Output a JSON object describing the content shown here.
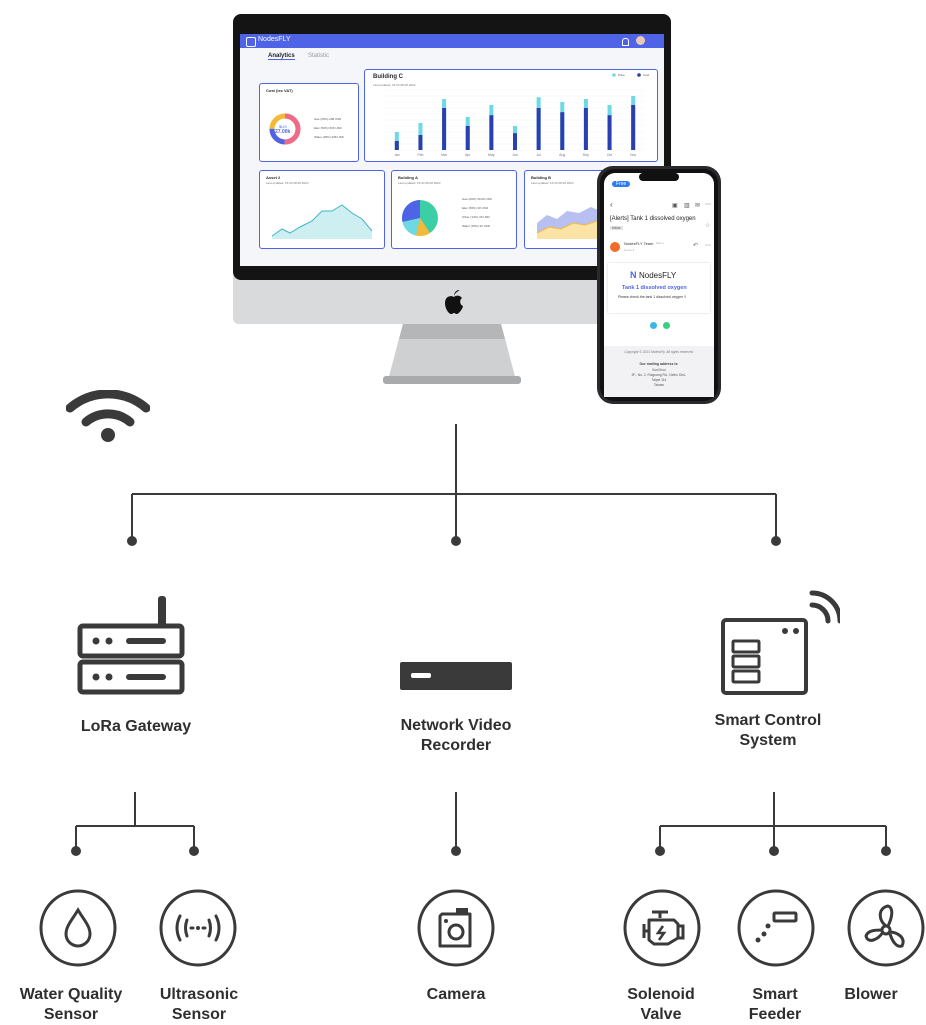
{
  "dashboard": {
    "app_name": "NodesFLY",
    "tabs": [
      "Analytics",
      "Statistic"
    ],
    "cost_card": {
      "title": "Cost (lex VAT)",
      "center_top": "$US",
      "center_value": "27.00k",
      "legend": [
        "Gas (25%) 268 USD",
        "Elec (50%) 536 USD",
        "Water (25%) 268 USD"
      ]
    },
    "main_chart": {
      "title": "Building C",
      "subtitle": "Last updated: 15:33 08 08 2020",
      "legend": [
        "Price",
        "Cost"
      ]
    },
    "card_asset": {
      "title": "Asset 2",
      "subtitle": "Last updated: 15:33 08 08 2020"
    },
    "card_building_a": {
      "title": "Building A",
      "subtitle": "Last updated: 15:33 08 08 2020",
      "legend": [
        "Gas (20%) 30.00 USD",
        "Elec (50%) 30 USD",
        "Other (14%) 30 USD",
        "Water (15%) 30 USD"
      ]
    },
    "card_building_b": {
      "title": "Building B",
      "subtitle": "Last updated: 15:33 08 08 2020"
    }
  },
  "chart_data": {
    "type": "bar",
    "categories": [
      "Jan",
      "Feb",
      "Mar",
      "Apr",
      "May",
      "Jun",
      "Jul",
      "Aug",
      "Sep",
      "Oct",
      "Nov"
    ],
    "series": [
      {
        "name": "Price",
        "values": [
          30,
          45,
          85,
          55,
          75,
          40,
          88,
          80,
          85,
          75,
          90
        ]
      },
      {
        "name": "Cost",
        "values": [
          15,
          25,
          70,
          40,
          58,
          28,
          70,
          63,
          70,
          58,
          75
        ]
      }
    ],
    "colors": {
      "Price": "#6ed9e3",
      "Cost": "#2a3fb0"
    }
  },
  "phone": {
    "status_badge": "Free",
    "subject": "[Alerts]  Tank 1 dissolved oxygen",
    "inbox_tag": "Inbox",
    "sender": "NodesFLY Team",
    "sender_time": "Sun 1",
    "to_me": "to me ∨",
    "brand": "NodesFLY",
    "alert_title": "Tank 1 dissolved oxygen",
    "alert_body": "Please check the tank 1 dissolved oxygen !!",
    "copyright": "Copyright © 2021 NodesFly. All rights reserved.",
    "mailing_title": "Our mailing address is:",
    "addr1": "SonChun",
    "addr2": "3F., No. 2, Ruiguang Rd., Neihu Dist.,",
    "addr3": "Taipei 114",
    "addr4": "Taiwan"
  },
  "devices": {
    "lora": "LoRa Gateway",
    "nvr": [
      "Network Video",
      "Recorder"
    ],
    "smart_control": [
      "Smart Control",
      "System"
    ]
  },
  "sensors": {
    "water_quality": [
      "Water Quality",
      "Sensor"
    ],
    "ultrasonic": [
      "Ultrasonic",
      "Sensor"
    ],
    "camera": "Camera",
    "solenoid": [
      "Solenoid",
      "Valve"
    ],
    "feeder": [
      "Smart",
      "Feeder"
    ],
    "blower": "Blower"
  },
  "colors": {
    "line": "#3a3a3a",
    "icon": "#3a3a3a",
    "accent": "#4f63e6"
  }
}
